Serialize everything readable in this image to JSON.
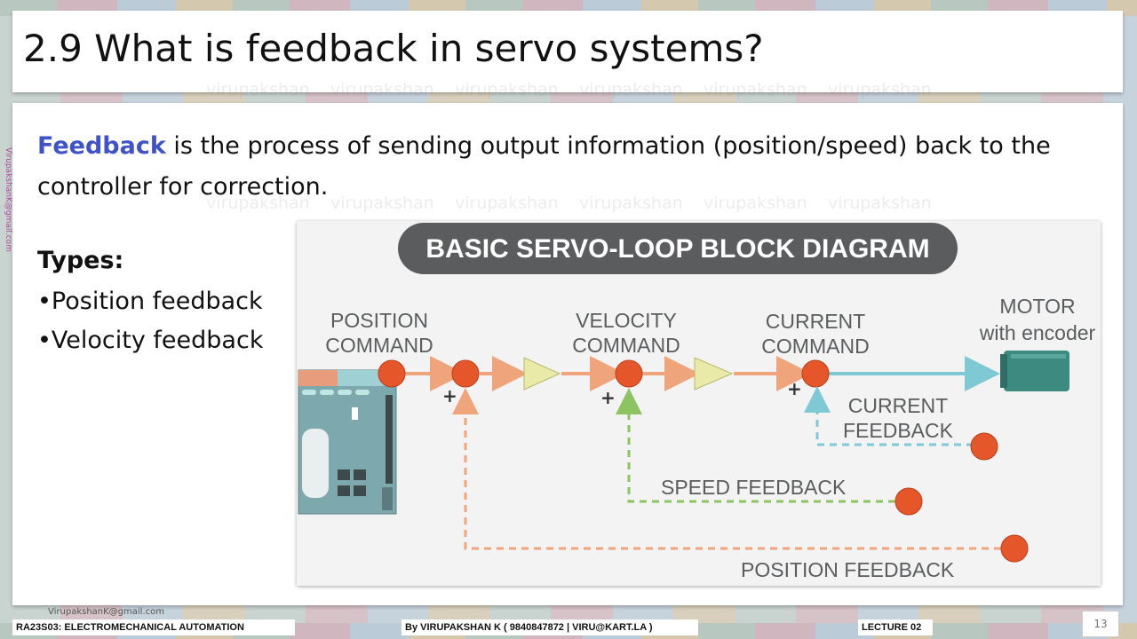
{
  "slide": {
    "title": "2.9 What is feedback in servo systems?",
    "definition_keyword": "Feedback",
    "definition_text": " is the process of sending output information (position/speed) back to the controller for correction.",
    "types_heading": "Types:",
    "types": [
      "•Position feedback",
      "•Velocity feedback"
    ]
  },
  "diagram": {
    "title": "BASIC SERVO-LOOP BLOCK DIAGRAM",
    "labels": {
      "position_command": [
        "POSITION",
        "COMMAND"
      ],
      "velocity_command": [
        "VELOCITY",
        "COMMAND"
      ],
      "current_command": [
        "CURRENT",
        "COMMAND"
      ],
      "motor": [
        "MOTOR",
        "with encoder"
      ],
      "current_feedback": [
        "CURRENT",
        "FEEDBACK"
      ],
      "speed_feedback": "SPEED FEEDBACK",
      "position_feedback": "POSITION FEEDBACK",
      "plus": "+"
    },
    "colors": {
      "title_bg": "#5a5c5e",
      "node": "#e5572b",
      "forward_arrow": "#f0a47c",
      "triangle": "#e9e9a8",
      "current_line": "#7ec9d4",
      "speed_line": "#8dc461",
      "position_line": "#f0a47c",
      "motor": "#3d8a80"
    }
  },
  "watermark": "virupakshan",
  "side_email": "VirupakshanK@gmail.com",
  "footer": {
    "email": "VirupakshanK@gmail.com",
    "course": "RA23S03:    ELECTROMECHANICAL AUTOMATION",
    "author": "By VIRUPAKSHAN K ( 9840847872   | VIRU@KART.LA )",
    "lecture": "LECTURE 02",
    "page": "13"
  }
}
